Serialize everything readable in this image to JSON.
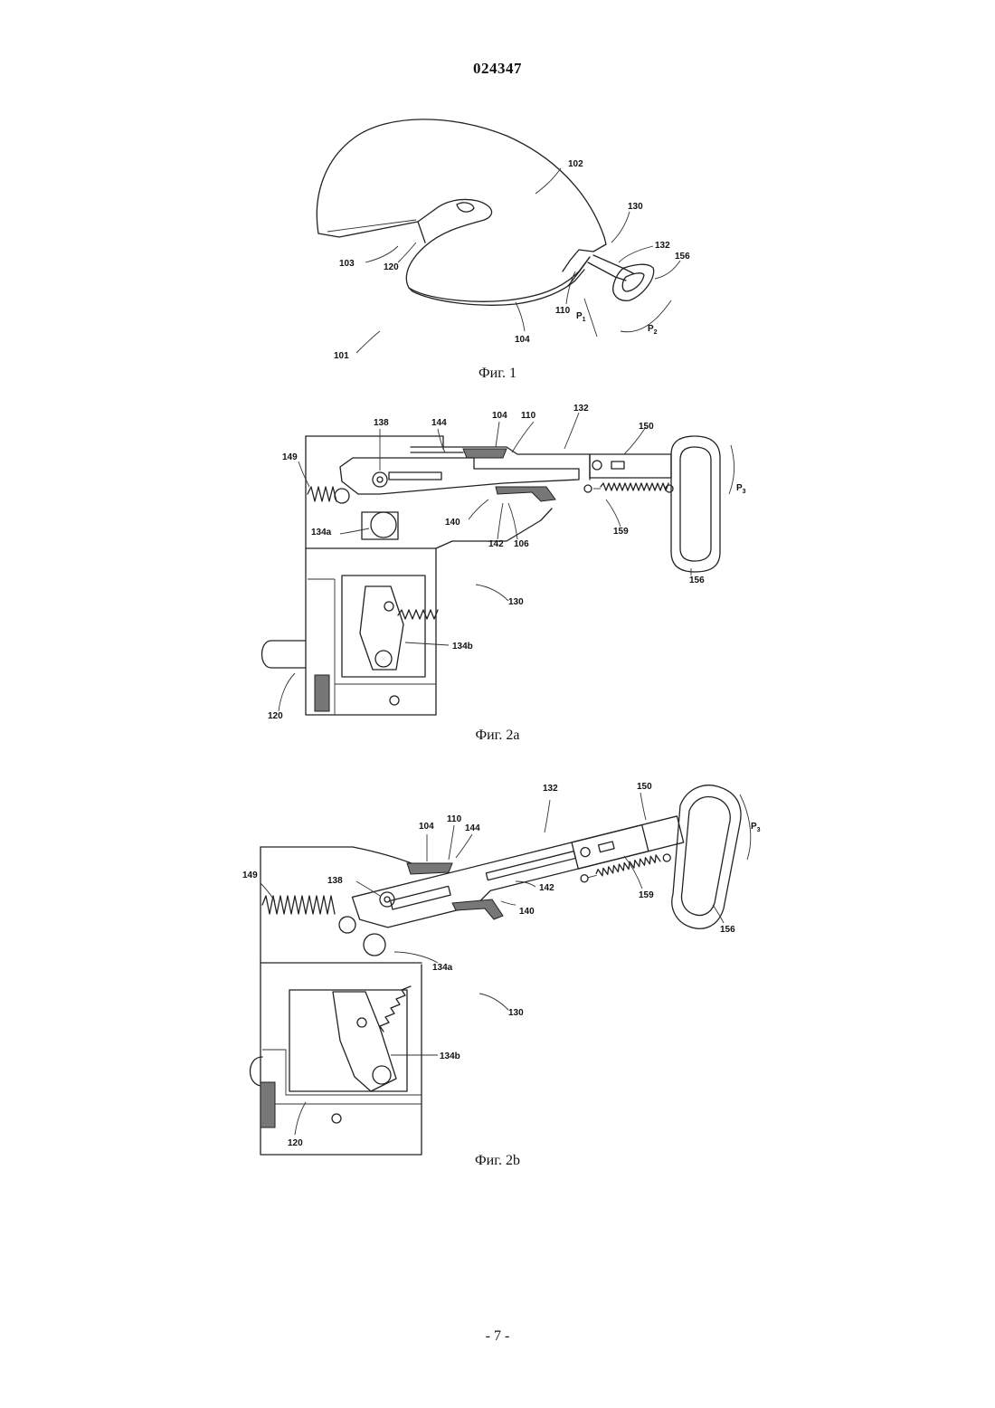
{
  "document": {
    "number": "024347",
    "page_number": "- 7 -"
  },
  "figures": [
    {
      "caption": "Фиг. 1",
      "labels": {
        "l102": "102",
        "l130": "130",
        "l132": "132",
        "l156": "156",
        "l103": "103",
        "l120": "120",
        "l110": "110",
        "lP1": "P",
        "lP1s": "1",
        "lP2": "P",
        "lP2s": "2",
        "l104": "104",
        "l101": "101"
      }
    },
    {
      "caption": "Фиг. 2a",
      "labels": {
        "l138": "138",
        "l144": "144",
        "l104": "104",
        "l110": "110",
        "l132": "132",
        "l150": "150",
        "l149": "149",
        "lP3": "P",
        "lP3s": "3",
        "l134a": "134a",
        "l140": "140",
        "l142": "142",
        "l106": "106",
        "l159": "159",
        "l156": "156",
        "l130": "130",
        "l134b": "134b",
        "l120": "120"
      }
    },
    {
      "caption": "Фиг. 2b",
      "labels": {
        "l132": "132",
        "l150": "150",
        "l104": "104",
        "l110": "110",
        "l144": "144",
        "lP3": "P",
        "lP3s": "3",
        "l149": "149",
        "l138": "138",
        "l142": "142",
        "l140": "140",
        "l159": "159",
        "l156": "156",
        "l134a": "134a",
        "l130": "130",
        "l134b": "134b",
        "l120": "120"
      }
    }
  ]
}
